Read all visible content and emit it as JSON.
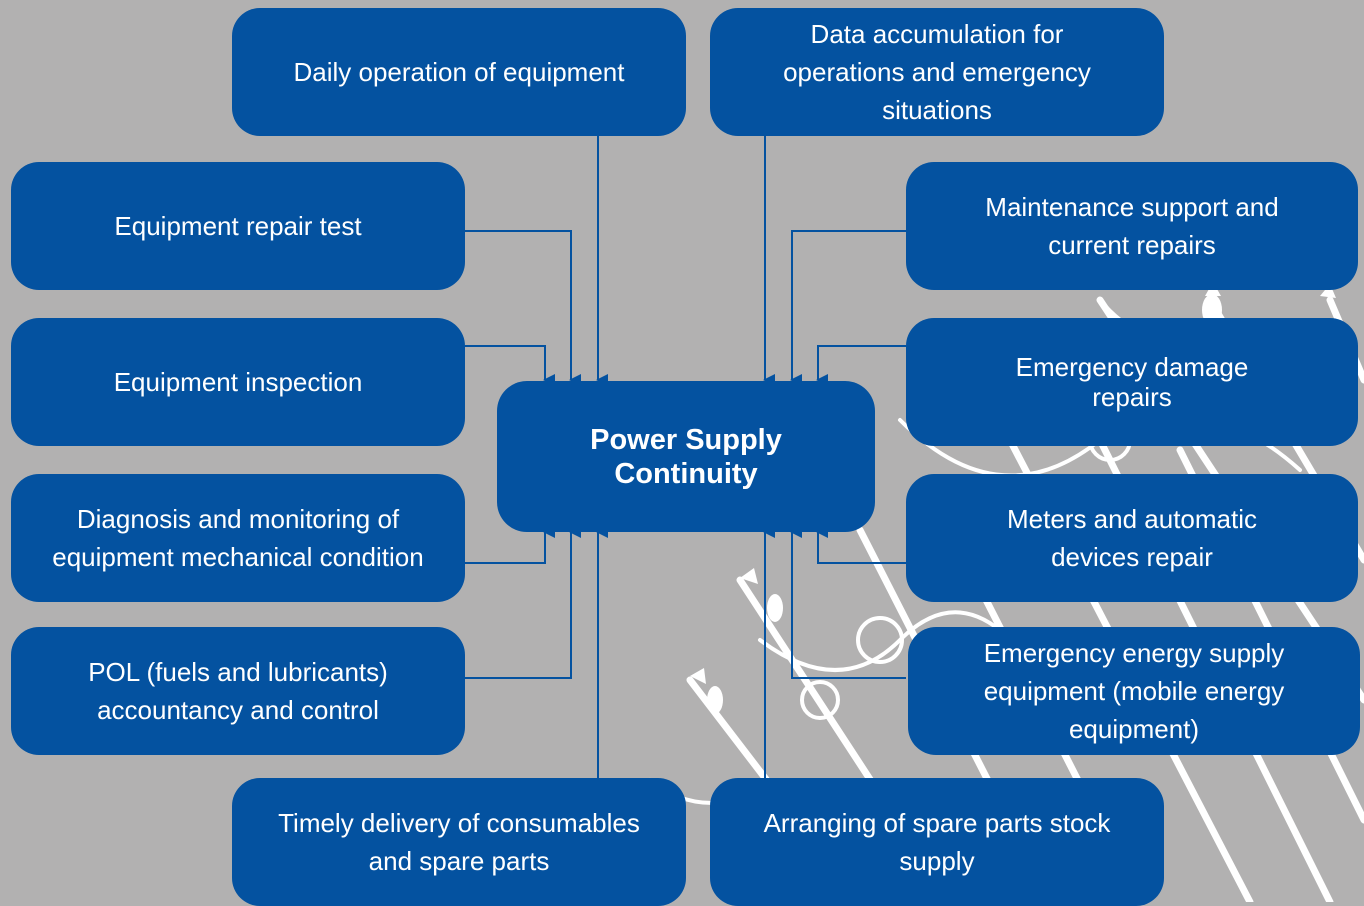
{
  "diagram": {
    "center": {
      "line1": "Power Supply",
      "line2": "Continuity"
    },
    "nodes": {
      "daily_operation": "Daily operation of equipment",
      "data_accumulation": "Data accumulation for operations and emergency situations",
      "repair_test": "Equipment repair test",
      "maintenance_support": "Maintenance support and current repairs",
      "inspection": "Equipment inspection",
      "emergency_damage": "Emergency damage repairs",
      "diagnosis": "Diagnosis and monitoring of equipment mechanical condition",
      "meters_repair": "Meters and automatic devices repair",
      "pol": "POL (fuels and lubricants) accountancy and control",
      "emergency_supply": "Emergency energy supply equipment (mobile energy equipment)",
      "timely_delivery": "Timely delivery of consumables and spare parts",
      "spare_parts": "Arranging of spare parts stock supply"
    },
    "colors": {
      "background": "#b2b1b1",
      "box": "#0452a0",
      "text": "#ffffff",
      "line": "#0452a0",
      "decoration": "#ffffff"
    }
  }
}
